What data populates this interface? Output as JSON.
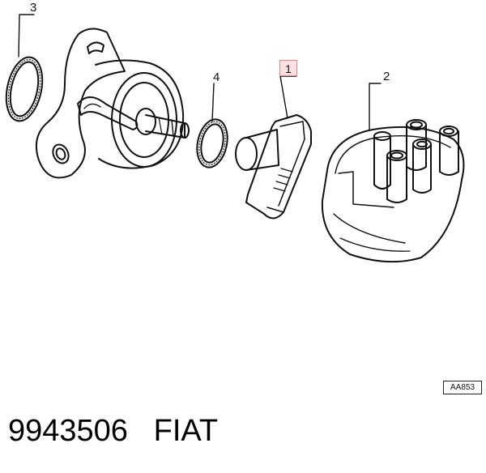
{
  "callouts": {
    "one": "1",
    "two": "2",
    "three": "3",
    "four": "4"
  },
  "diagram_code": "AA853",
  "footer": {
    "part_number": "9943506",
    "brand": "FIAT"
  },
  "colors": {
    "line": "#111111",
    "highlight_fill": "#fbe1e1",
    "highlight_border": "#e58a8a"
  }
}
